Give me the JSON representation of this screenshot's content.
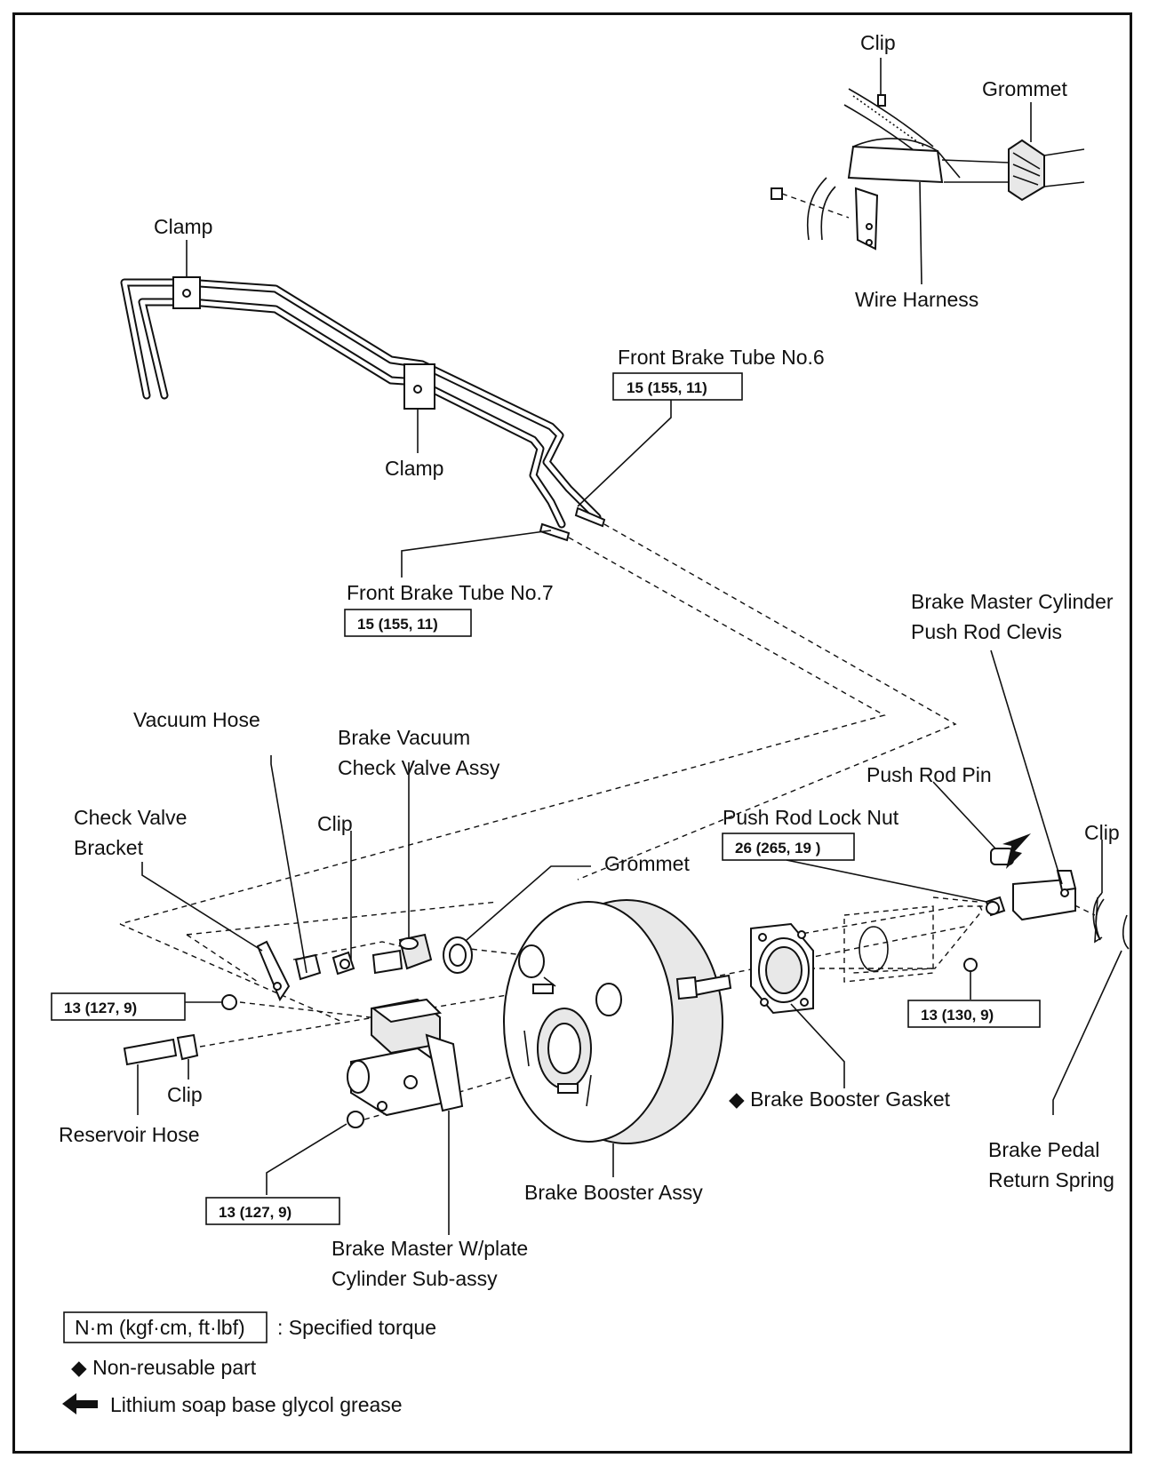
{
  "labels": {
    "clip_top": "Clip",
    "grommet_top": "Grommet",
    "wire_harness": "Wire Harness",
    "clamp_1": "Clamp",
    "clamp_2": "Clamp",
    "front_tube_6": "Front Brake Tube No.6",
    "front_tube_7": "Front Brake Tube No.7",
    "clevis_1": "Brake Master Cylinder",
    "clevis_2": "Push Rod Clevis",
    "push_rod_pin": "Push Rod Pin",
    "push_rod_lock_nut": "Push Rod Lock Nut",
    "clip_right": "Clip",
    "vacuum_hose": "Vacuum Hose",
    "check_valve_assy_1": "Brake Vacuum",
    "check_valve_assy_2": "Check Valve Assy",
    "check_valve_bracket_1": "Check Valve",
    "check_valve_bracket_2": "Bracket",
    "clip_mid": "Clip",
    "grommet_mid": "Grommet",
    "clip_low": "Clip",
    "reservoir_hose": "Reservoir Hose",
    "booster_gasket": "◆ Brake Booster Gasket",
    "pedal_spring_1": "Brake Pedal",
    "pedal_spring_2": "Return Spring",
    "booster_assy": "Brake Booster Assy",
    "master_cyl_1": "Brake Master W/plate",
    "master_cyl_2": "Cylinder  Sub-assy"
  },
  "torques": {
    "tube_6": "15 (155, 11)",
    "tube_7": "15 (155, 11)",
    "lock_nut": "26 (265, 19 )",
    "bracket_nut": "13 (127, 9)",
    "booster_nut": "13 (130, 9)",
    "master_nut": "13 (127, 9)"
  },
  "legend": {
    "torque_unit": "N·m (kgf·cm, ft·lbf)",
    "torque_desc": ": Specified torque",
    "non_reusable": "◆ Non-reusable part",
    "grease": "Lithium soap base glycol grease"
  }
}
